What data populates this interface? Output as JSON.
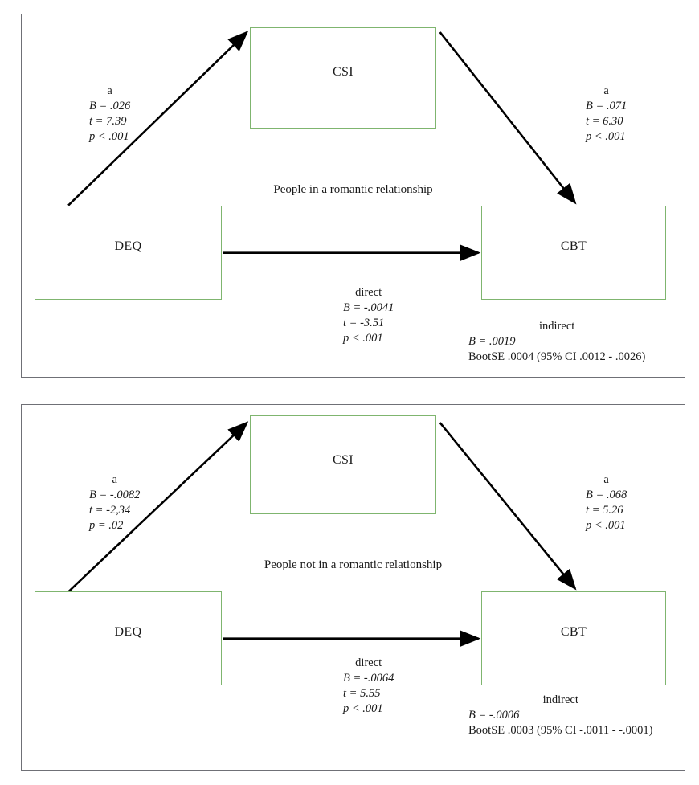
{
  "figure": {
    "panels": [
      {
        "id": "panel-1",
        "title": "People in a romantic relationship",
        "nodes": {
          "mediator": "CSI",
          "predictor": "DEQ",
          "outcome": "CBT"
        },
        "path_a": {
          "header": "a",
          "b": "B = .026",
          "t": "t = 7.39",
          "p": "p < .001"
        },
        "path_b": {
          "header": "a",
          "b": "B = .071",
          "t": "t = 6.30",
          "p": "p < .001"
        },
        "direct": {
          "header": "direct",
          "b": "B = -.0041",
          "t": "t = -3.51",
          "p": "p < .001"
        },
        "indirect": {
          "header": "indirect",
          "b": "B = .0019",
          "bootse": "BootSE .0004 (95% CI .0012 - .0026)"
        }
      },
      {
        "id": "panel-2",
        "title": "People not in a romantic relationship",
        "nodes": {
          "mediator": "CSI",
          "predictor": "DEQ",
          "outcome": "CBT"
        },
        "path_a": {
          "header": "a",
          "b": "B = -.0082",
          "t": "t = -2,34",
          "p": "p = .02"
        },
        "path_b": {
          "header": "a",
          "b": "B = .068",
          "t": "t = 5.26",
          "p": "p < .001"
        },
        "direct": {
          "header": "direct",
          "b": "B = -.0064",
          "t": "t = 5.55",
          "p": "p < .001"
        },
        "indirect": {
          "header": "indirect",
          "b": "B = -.0006",
          "bootse": "BootSE .0003 (95% CI -.0011 - -.0001)"
        }
      }
    ],
    "colors": {
      "box_border": "#7fb56f",
      "panel_border": "#6f7076",
      "arrow": "#000000",
      "text": "#1a1a1a",
      "background": "#ffffff"
    }
  }
}
